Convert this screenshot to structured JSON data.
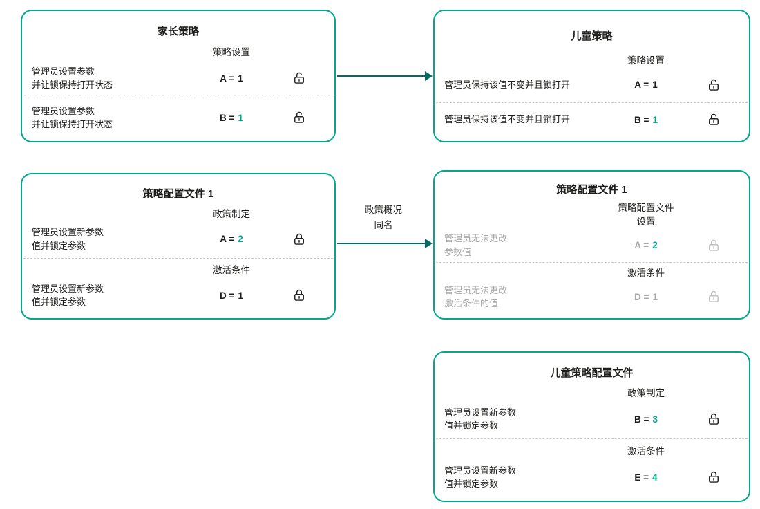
{
  "colors": {
    "border": "#00A88E",
    "accent": "#00A88E",
    "arrow": "#006D64",
    "text": "#1D1D1B",
    "muted": "#A7A7A6",
    "muted_icon": "#BFBFBF"
  },
  "arrows": [
    {
      "label": ""
    },
    {
      "label": "政策概况\n同名"
    }
  ],
  "boxes": [
    {
      "title": "家长策略",
      "sections": [
        {
          "label": "策略设置"
        }
      ],
      "rows": [
        {
          "desc": "管理员设置参数\n并让锁保持打开状态",
          "desc_color": "#1D1D1B",
          "name": "A =",
          "name_color": "#1D1D1B",
          "value": "1",
          "value_color": "#1D1D1B",
          "lock": "open",
          "lock_color": "#1D1D1B"
        },
        {
          "desc": "管理员设置参数\n并让锁保持打开状态",
          "desc_color": "#1D1D1B",
          "name": "B =",
          "name_color": "#1D1D1B",
          "value": "1",
          "value_color": "#00A88E",
          "lock": "open",
          "lock_color": "#1D1D1B"
        }
      ]
    },
    {
      "title": "儿童策略",
      "sections": [
        {
          "label": "策略设置"
        }
      ],
      "rows": [
        {
          "desc": "管理员保持该值不变并且锁打开",
          "desc_color": "#1D1D1B",
          "name": "A =",
          "name_color": "#1D1D1B",
          "value": "1",
          "value_color": "#1D1D1B",
          "lock": "open",
          "lock_color": "#1D1D1B"
        },
        {
          "desc": "管理员保持该值不变并且锁打开",
          "desc_color": "#1D1D1B",
          "name": "B =",
          "name_color": "#1D1D1B",
          "value": "1",
          "value_color": "#00A88E",
          "lock": "open",
          "lock_color": "#1D1D1B"
        }
      ]
    },
    {
      "title": "策略配置文件 1",
      "sections": [
        {
          "label": "政策制定"
        },
        {
          "label": "激活条件"
        }
      ],
      "rows": [
        {
          "desc": "管理员设置新参数\n值并锁定参数",
          "desc_color": "#1D1D1B",
          "name": "A =",
          "name_color": "#1D1D1B",
          "value": "2",
          "value_color": "#00A88E",
          "lock": "closed",
          "lock_color": "#1D1D1B"
        },
        {
          "desc": "管理员设置新参数\n值并锁定参数",
          "desc_color": "#1D1D1B",
          "name": "D =",
          "name_color": "#1D1D1B",
          "value": "1",
          "value_color": "#1D1D1B",
          "lock": "closed",
          "lock_color": "#1D1D1B"
        }
      ]
    },
    {
      "title": "策略配置文件 1",
      "sections": [
        {
          "label": "策略配置文件\n设置"
        },
        {
          "label": "激活条件"
        }
      ],
      "rows": [
        {
          "desc": "管理员无法更改\n参数值",
          "desc_color": "#A7A7A6",
          "name": "A =",
          "name_color": "#A7A7A6",
          "value": "2",
          "value_color": "#00A88E",
          "lock": "closed",
          "lock_color": "#BFBFBF"
        },
        {
          "desc": "管理员无法更改\n激活条件的值",
          "desc_color": "#A7A7A6",
          "name": "D =",
          "name_color": "#A7A7A6",
          "value": "1",
          "value_color": "#A7A7A6",
          "lock": "closed",
          "lock_color": "#BFBFBF"
        }
      ]
    },
    {
      "title": "儿童策略配置文件",
      "sections": [
        {
          "label": "政策制定"
        },
        {
          "label": "激活条件"
        }
      ],
      "rows": [
        {
          "desc": "管理员设置新参数\n值并锁定参数",
          "desc_color": "#1D1D1B",
          "name": "B =",
          "name_color": "#1D1D1B",
          "value": "3",
          "value_color": "#00A88E",
          "lock": "closed",
          "lock_color": "#1D1D1B"
        },
        {
          "desc": "管理员设置新参数\n值并锁定参数",
          "desc_color": "#1D1D1B",
          "name": "E =",
          "name_color": "#1D1D1B",
          "value": "4",
          "value_color": "#00A88E",
          "lock": "closed",
          "lock_color": "#1D1D1B"
        }
      ]
    }
  ]
}
